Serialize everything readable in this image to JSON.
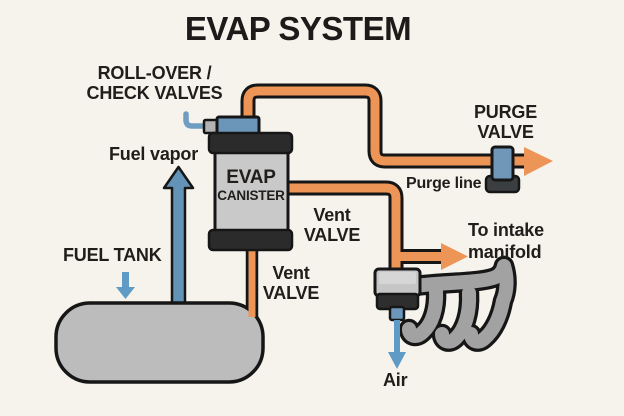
{
  "title": "EVAP SYSTEM",
  "labels": {
    "rollover": {
      "line1": "ROLL-OVER /",
      "line2": "CHECK VALVES"
    },
    "fuel_vapor": "Fuel vapor",
    "purge_valve": {
      "line1": "PURGE",
      "line2": "VALVE"
    },
    "purge_line": "Purge line",
    "vent_valve_upper": {
      "line1": "Vent",
      "line2": "VALVE"
    },
    "to_intake": {
      "line1": "To intake",
      "line2": "manifold"
    },
    "fuel_tank": "FUEL TANK",
    "vent_valve_lower": {
      "line1": "Vent",
      "line2": "VALVE"
    },
    "evap_canister": {
      "line1": "EVAP",
      "line2": "CANISTER"
    },
    "air": "Air"
  },
  "colors": {
    "background": "#f6f3ed",
    "outline_black": "#161616",
    "pipe_orange": "#ec9557",
    "valve_steel_blue": "#6b96ba",
    "purge_solenoid_blue": "#7096b8",
    "flow_arrow_blue": "#5f9bc4",
    "fuel_vapor_arrow_blue": "#6493b8",
    "tank_gray": "#bcbcbc",
    "canister_gray": "#c9c9c9",
    "cap_dark": "#2b2b2b",
    "manifold_gray": "#a2a2a2",
    "text_dark": "#201d1b"
  }
}
